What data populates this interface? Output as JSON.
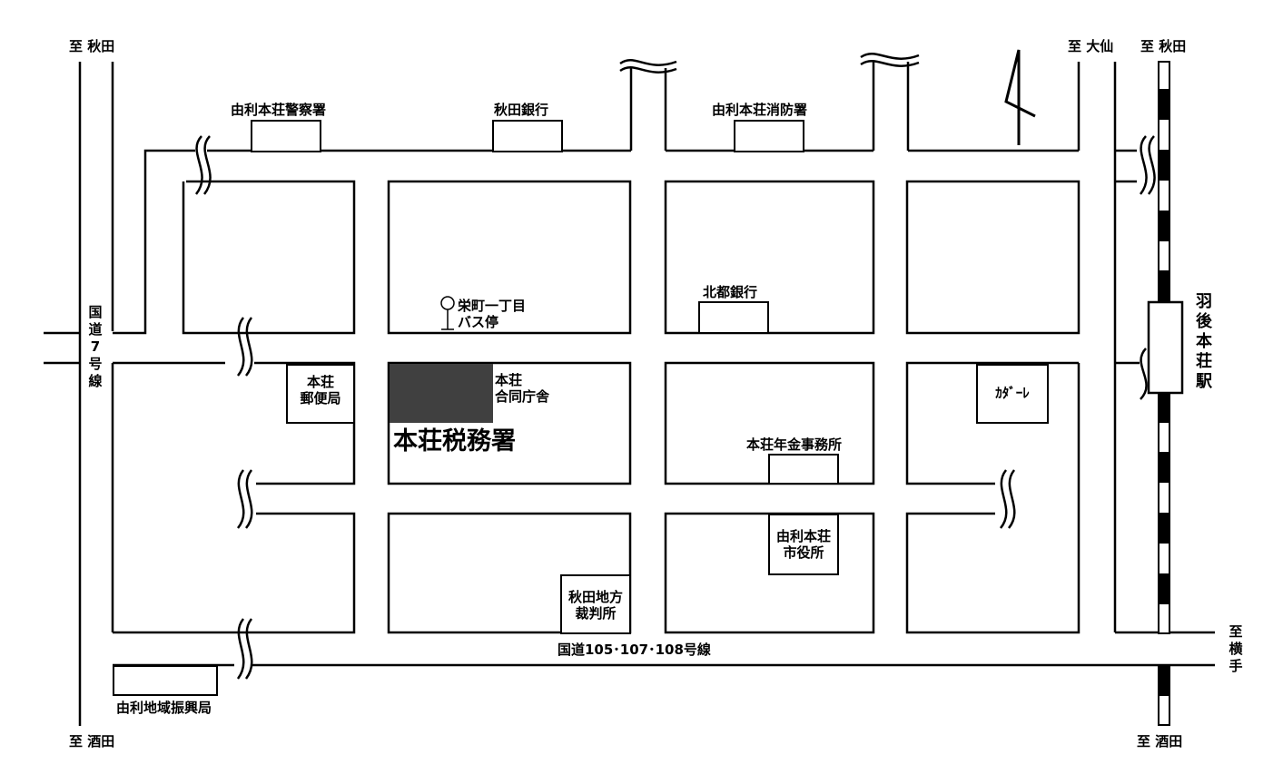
{
  "colors": {
    "line": "#000000",
    "tax_office": "#404040",
    "background": "#ffffff"
  },
  "directions": {
    "to_akita_left": "至 秋田",
    "to_sakata_left": "至 酒田",
    "to_omagari": "至 大仙",
    "to_akita_right": "至 秋田",
    "to_sakata_right": "至 酒田",
    "to_yokote": "至横手"
  },
  "roads": {
    "route7": "国道7号線",
    "route105": "国道105･107･108号線"
  },
  "landmarks": {
    "police": "由利本荘警察署",
    "akita_bank": "秋田銀行",
    "fire_station": "由利本荘消防署",
    "hokuto_bank": "北都銀行",
    "bus_stop": "栄町一丁目\nバス停",
    "post_office": "本荘\n郵便局",
    "joint_office": "本荘\n合同庁舎",
    "tax_office": "本荘税務署",
    "pension_office": "本荘年金事務所",
    "city_hall": "由利本荘\n市役所",
    "court": "秋田地方\n裁判所",
    "kadare": "ｶﾀﾞｰﾚ",
    "station": "羽後本荘駅",
    "promotion_bureau": "由利地域振興局"
  }
}
